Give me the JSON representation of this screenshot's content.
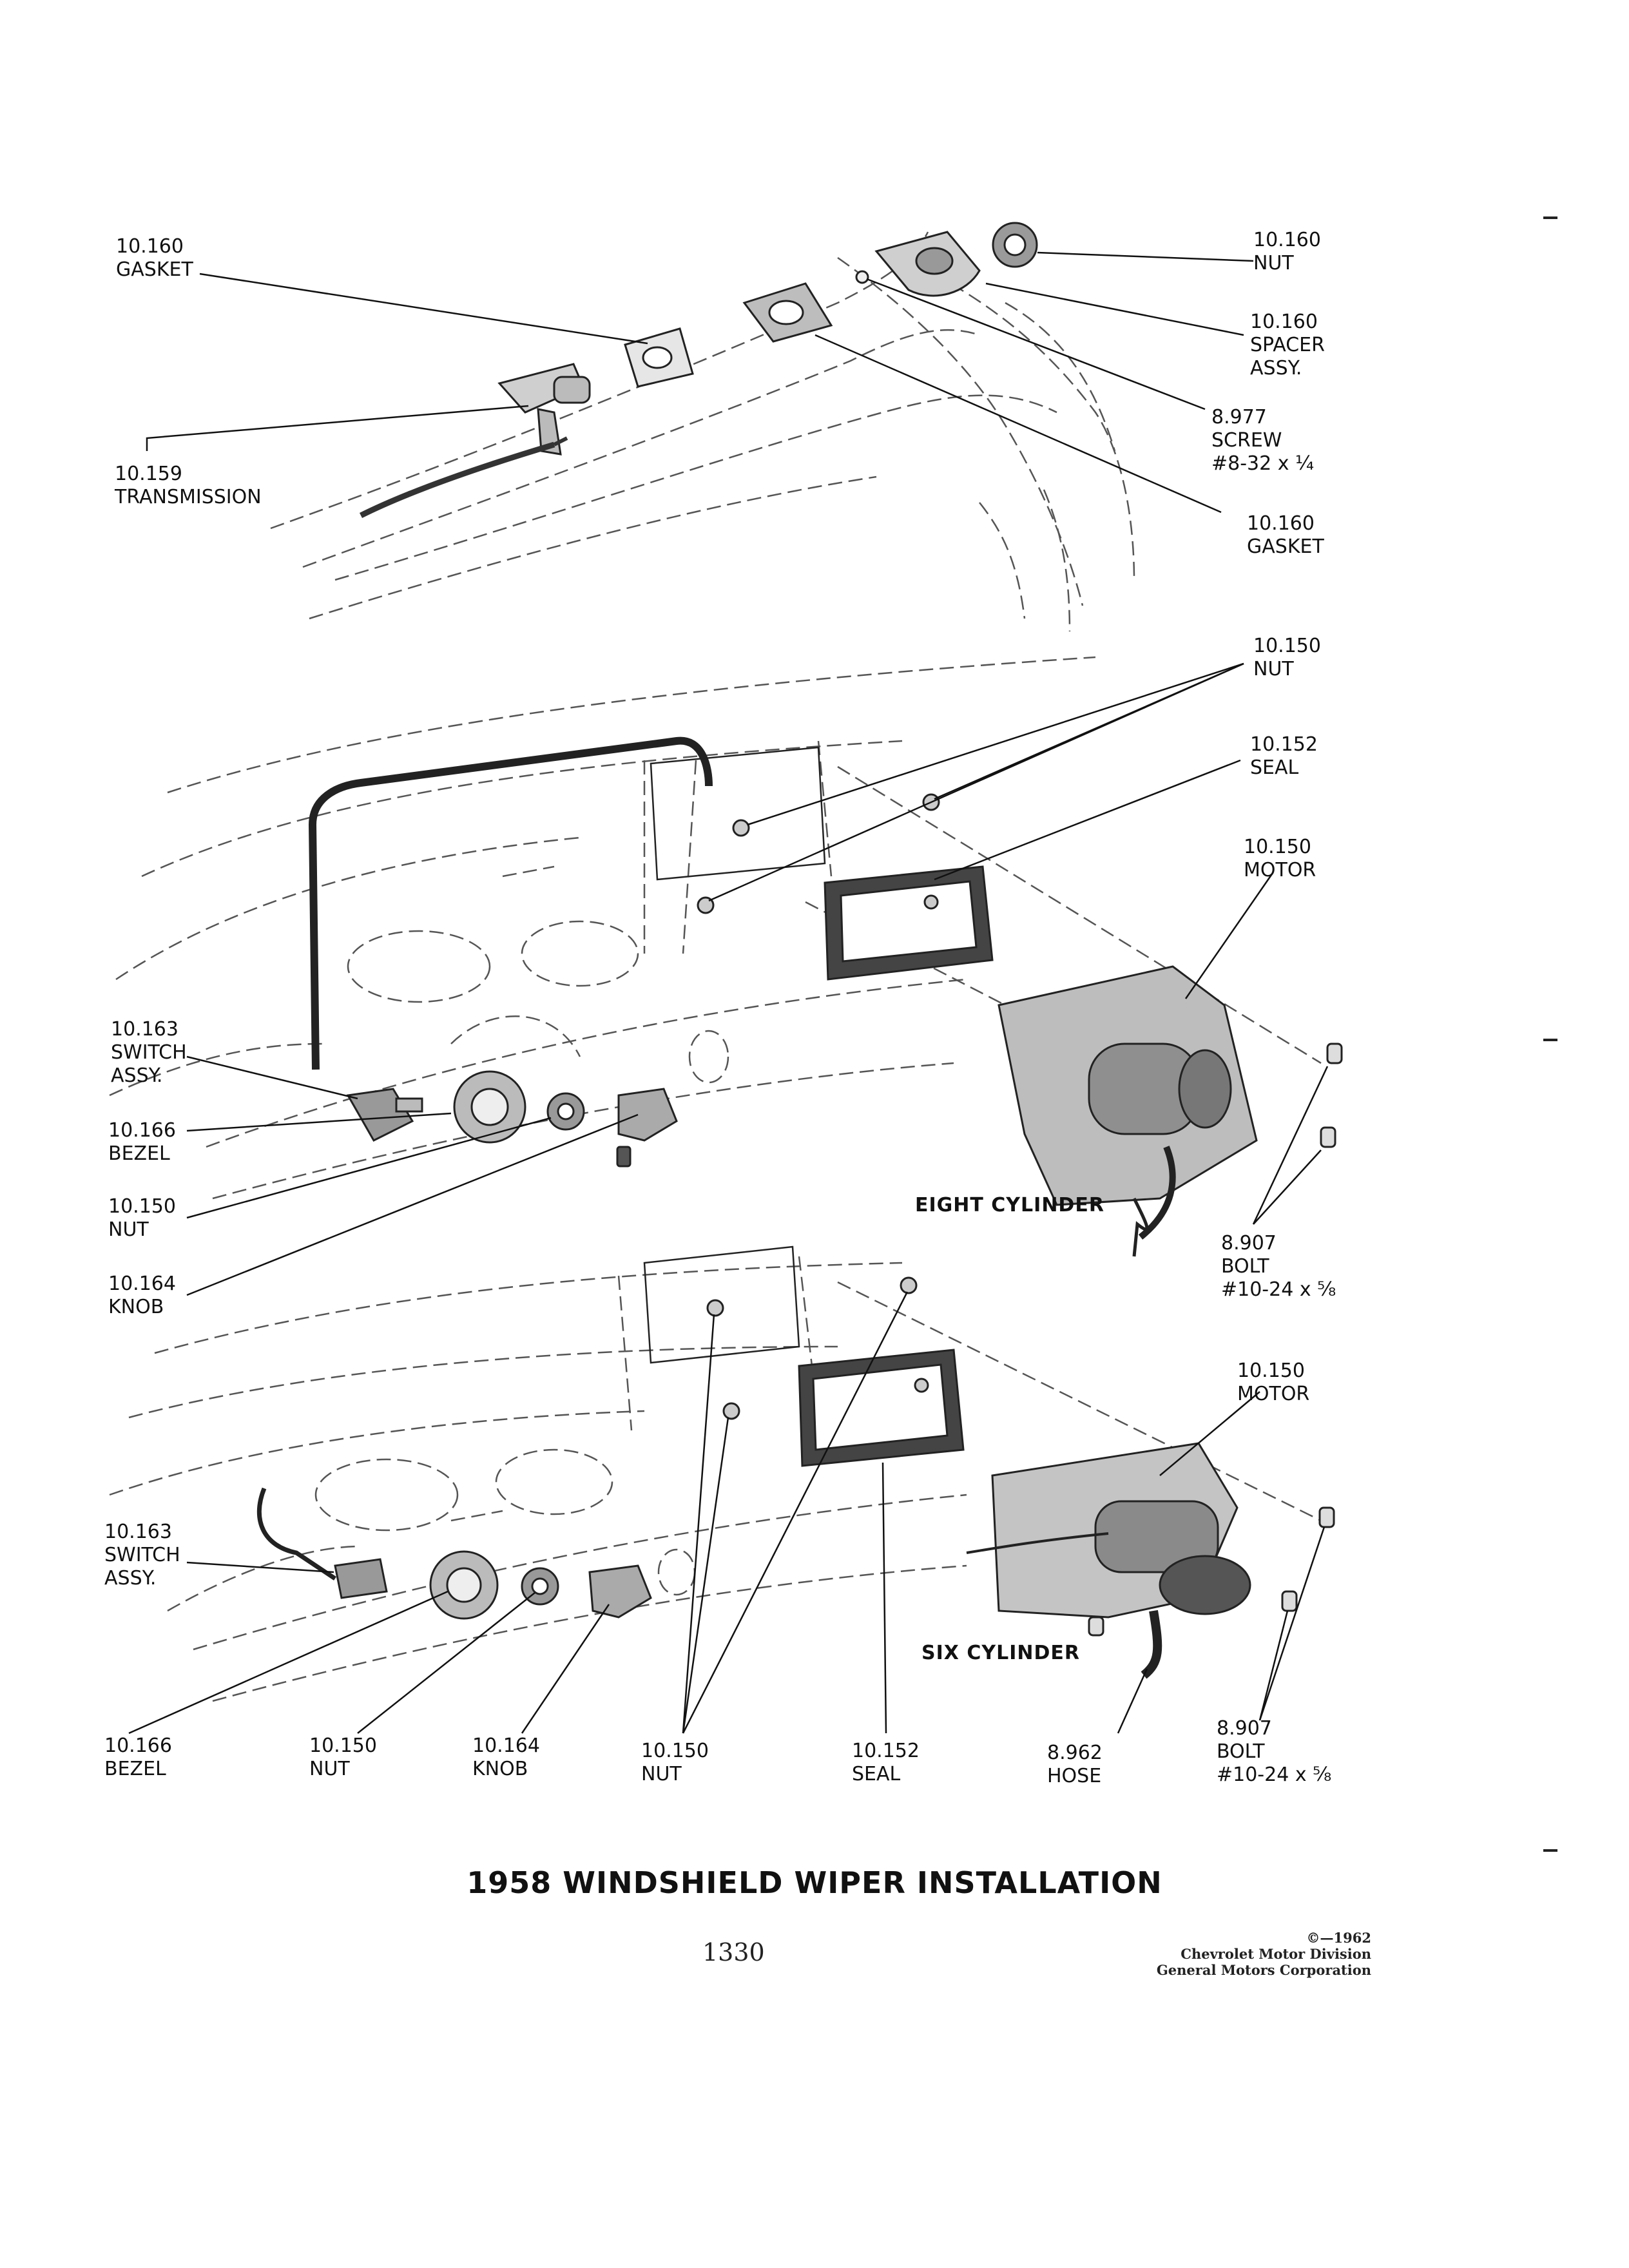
{
  "title": "1958 WINDSHIELD WIPER INSTALLATION",
  "page_number": "1330",
  "credit": {
    "copyright": "©—1962",
    "line1": "Chevrolet Motor Division",
    "line2": "General Motors Corporation"
  },
  "captions": {
    "eight": "EIGHT CYLINDER",
    "six": "SIX CYLINDER"
  },
  "labels": {
    "gasket_top": {
      "num": "10.160",
      "name": "GASKET"
    },
    "nut_top": {
      "num": "10.160",
      "name": "NUT"
    },
    "spacer": {
      "num": "10.160",
      "name": "SPACER",
      "name2": "ASSY."
    },
    "screw": {
      "num": "8.977",
      "name": "SCREW",
      "spec": "#8-32 x ¼"
    },
    "transmission": {
      "num": "10.159",
      "name": "TRANSMISSION"
    },
    "gasket_lower": {
      "num": "10.160",
      "name": "GASKET"
    },
    "nut_upper": {
      "num": "10.150",
      "name": "NUT"
    },
    "seal_upper": {
      "num": "10.152",
      "name": "SEAL"
    },
    "motor_upper": {
      "num": "10.150",
      "name": "MOTOR"
    },
    "switch_upper": {
      "num": "10.163",
      "name": "SWITCH",
      "name2": "ASSY."
    },
    "bezel_upper": {
      "num": "10.166",
      "name": "BEZEL"
    },
    "nut_left_upper": {
      "num": "10.150",
      "name": "NUT"
    },
    "knob_upper": {
      "num": "10.164",
      "name": "KNOB"
    },
    "bolt_upper": {
      "num": "8.907",
      "name": "BOLT",
      "spec": "#10-24 x ⅝"
    },
    "motor_lower": {
      "num": "10.150",
      "name": "MOTOR"
    },
    "switch_lower": {
      "num": "10.163",
      "name": "SWITCH",
      "name2": "ASSY."
    },
    "bezel_lower": {
      "num": "10.166",
      "name": "BEZEL"
    },
    "nut_lower_a": {
      "num": "10.150",
      "name": "NUT"
    },
    "knob_lower": {
      "num": "10.164",
      "name": "KNOB"
    },
    "nut_lower_b": {
      "num": "10.150",
      "name": "NUT"
    },
    "seal_lower": {
      "num": "10.152",
      "name": "SEAL"
    },
    "hose": {
      "num": "8.962",
      "name": "HOSE"
    },
    "bolt_lower": {
      "num": "8.907",
      "name": "BOLT",
      "spec": "#10-24 x ⅝"
    }
  }
}
